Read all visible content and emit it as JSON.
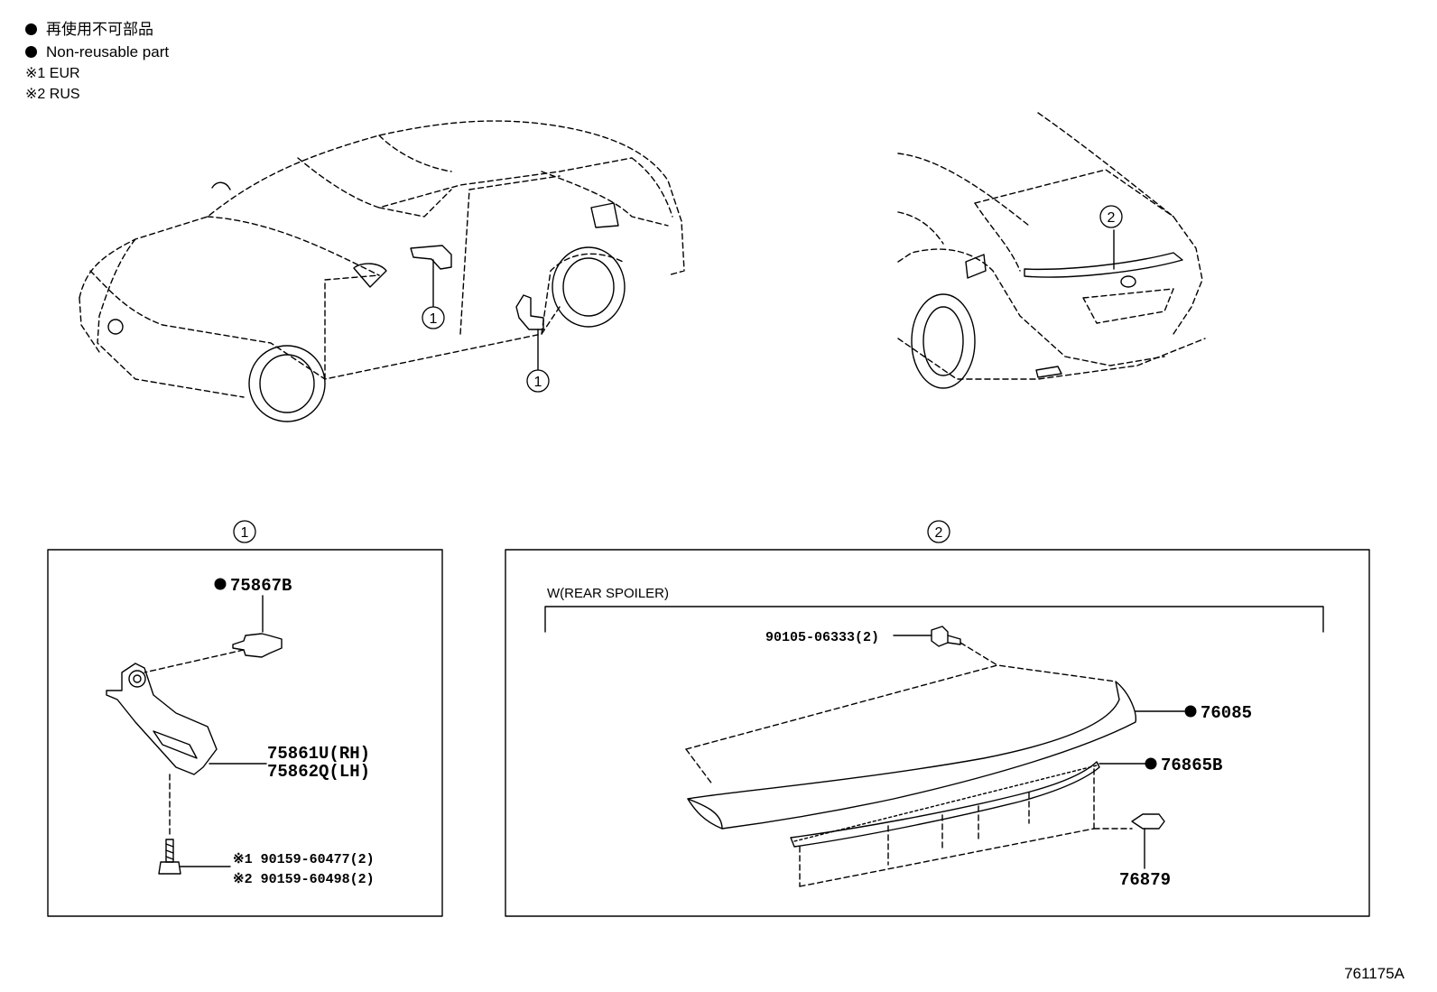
{
  "legend": {
    "jp_label": "再使用不可部品",
    "en_label": "Non-reusable part",
    "note1_mark": "※1",
    "note1_text": "EUR",
    "note2_mark": "※2",
    "note2_text": "RUS"
  },
  "callouts": {
    "one": "1",
    "two": "2"
  },
  "panel1": {
    "title": "1",
    "part_clip": "75867B",
    "part_rh": "75861U(RH)",
    "part_lh": "75862Q(LH)",
    "screw1": "※1 90159-60477(2)",
    "screw2": "※2 90159-60498(2)"
  },
  "panel2": {
    "title": "2",
    "section_label": "W(REAR SPOILER)",
    "part_bolt": "90105-06333(2)",
    "part_spoiler": "76085",
    "part_seal": "76865B",
    "part_clip": "76879"
  },
  "reference_code": "761175A",
  "colors": {
    "line": "#000000",
    "background": "#ffffff"
  }
}
